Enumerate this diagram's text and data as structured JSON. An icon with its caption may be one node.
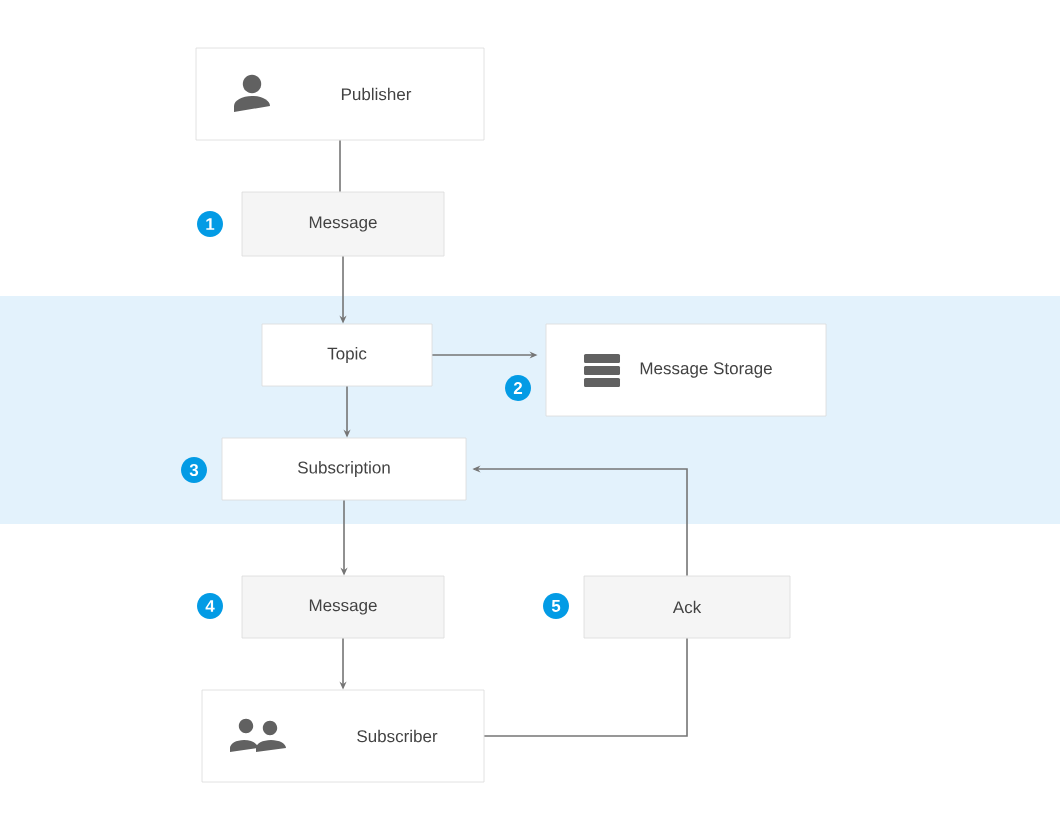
{
  "diagram": {
    "nodes": [
      {
        "text": [],
        "shape": "band"
      },
      {
        "text": [
          "Publisher"
        ]
      },
      {
        "text": [
          "Message"
        ]
      },
      {
        "text": [
          "Topic"
        ],
        "in": 0
      },
      {
        "text": [
          "Message Storage"
        ],
        "in": 0
      },
      {
        "text": [
          "Subscription"
        ],
        "in": 0
      },
      {
        "text": [
          "Message"
        ]
      },
      {
        "text": [
          "Ack"
        ]
      },
      {
        "text": [
          "Subscriber"
        ]
      }
    ],
    "edges": [
      {
        "from": 1,
        "to": 2,
        "arrow": "none"
      },
      {
        "from": 2,
        "to": 3,
        "arrow": "to"
      },
      {
        "from": 3,
        "to": 4,
        "arrow": "to"
      },
      {
        "from": 3,
        "to": 5,
        "arrow": "to"
      },
      {
        "from": 5,
        "to": 6,
        "arrow": "to"
      },
      {
        "from": 6,
        "to": 8,
        "arrow": "to"
      },
      {
        "from": 8,
        "to": 7,
        "arrow": "none"
      },
      {
        "from": 7,
        "to": 5,
        "arrow": "to"
      }
    ],
    "labels": [
      "1",
      "2",
      "3",
      "4",
      "5"
    ]
  }
}
